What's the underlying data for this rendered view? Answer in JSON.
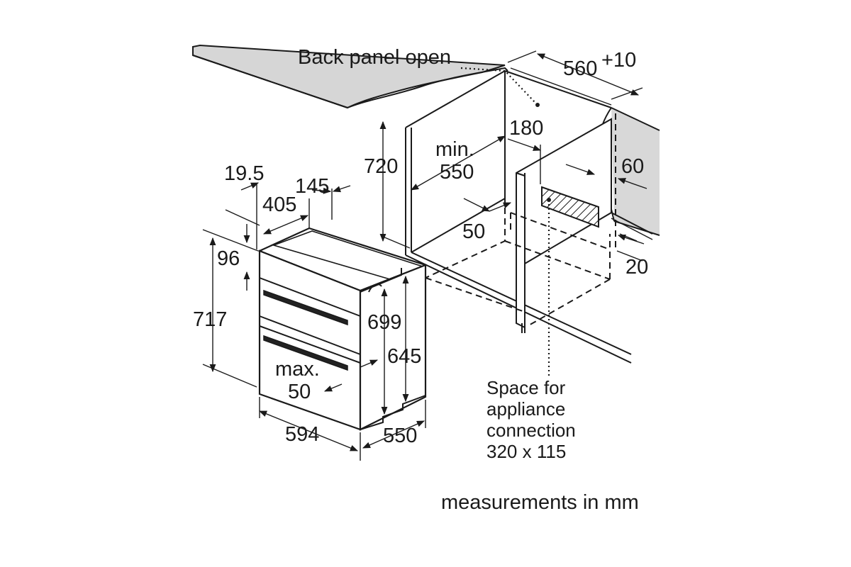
{
  "diagram": {
    "back_panel_label": "Back panel open",
    "niche_width": "560",
    "niche_width_tolerance": "+10",
    "niche_height": "720",
    "min_depth_line1": "min.",
    "min_depth_line2": "550",
    "rear_gap": "180",
    "side_offset": "60",
    "front_offset": "50",
    "bottom_gap": "20",
    "oven_top_offset": "19.5",
    "oven_depth_a": "405",
    "oven_depth_b": "145",
    "oven_gap_96": "96",
    "oven_total_height": "717",
    "oven_height_699": "699",
    "oven_height_645": "645",
    "max_line1": "max.",
    "max_line2": "50",
    "oven_width": "594",
    "oven_depth": "550",
    "connection_line1": "Space for",
    "connection_line2": "appliance",
    "connection_line3": "connection",
    "connection_line4": "320 x 115",
    "units_note": "measurements in mm"
  }
}
